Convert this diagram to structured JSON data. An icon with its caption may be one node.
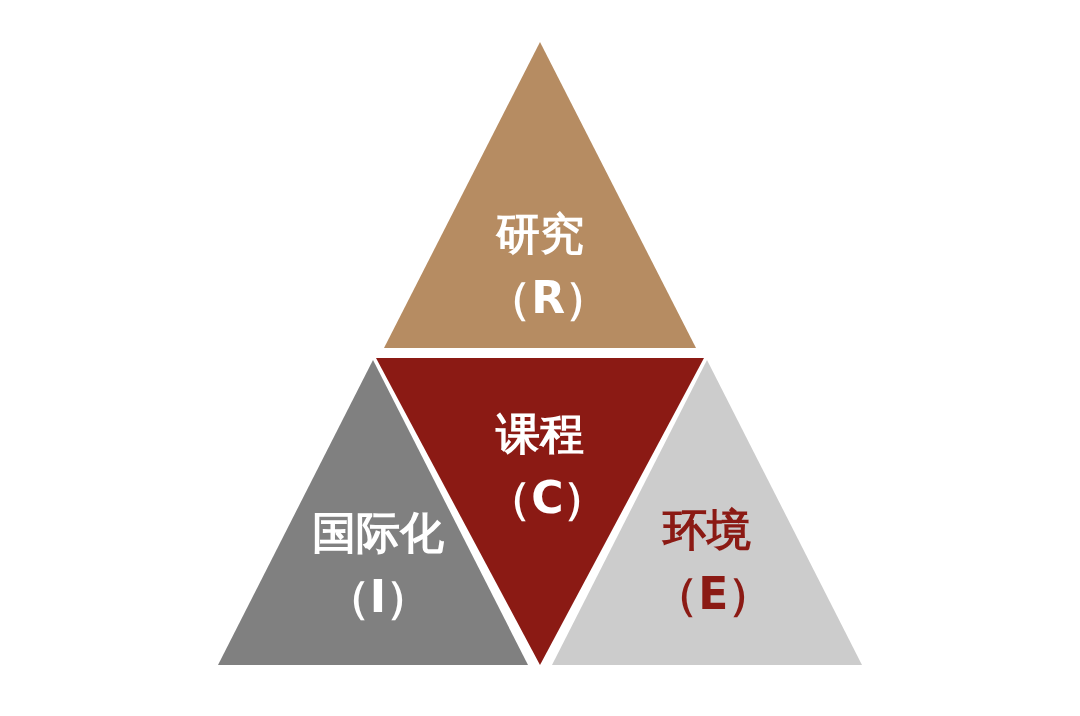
{
  "diagram": {
    "nodes": [
      {
        "text": [
          "研究（R）"
        ]
      },
      {
        "text": [
          "课程（C）"
        ]
      },
      {
        "text": [
          "国际化（I）"
        ]
      },
      {
        "text": [
          "环境（E）"
        ]
      }
    ]
  }
}
